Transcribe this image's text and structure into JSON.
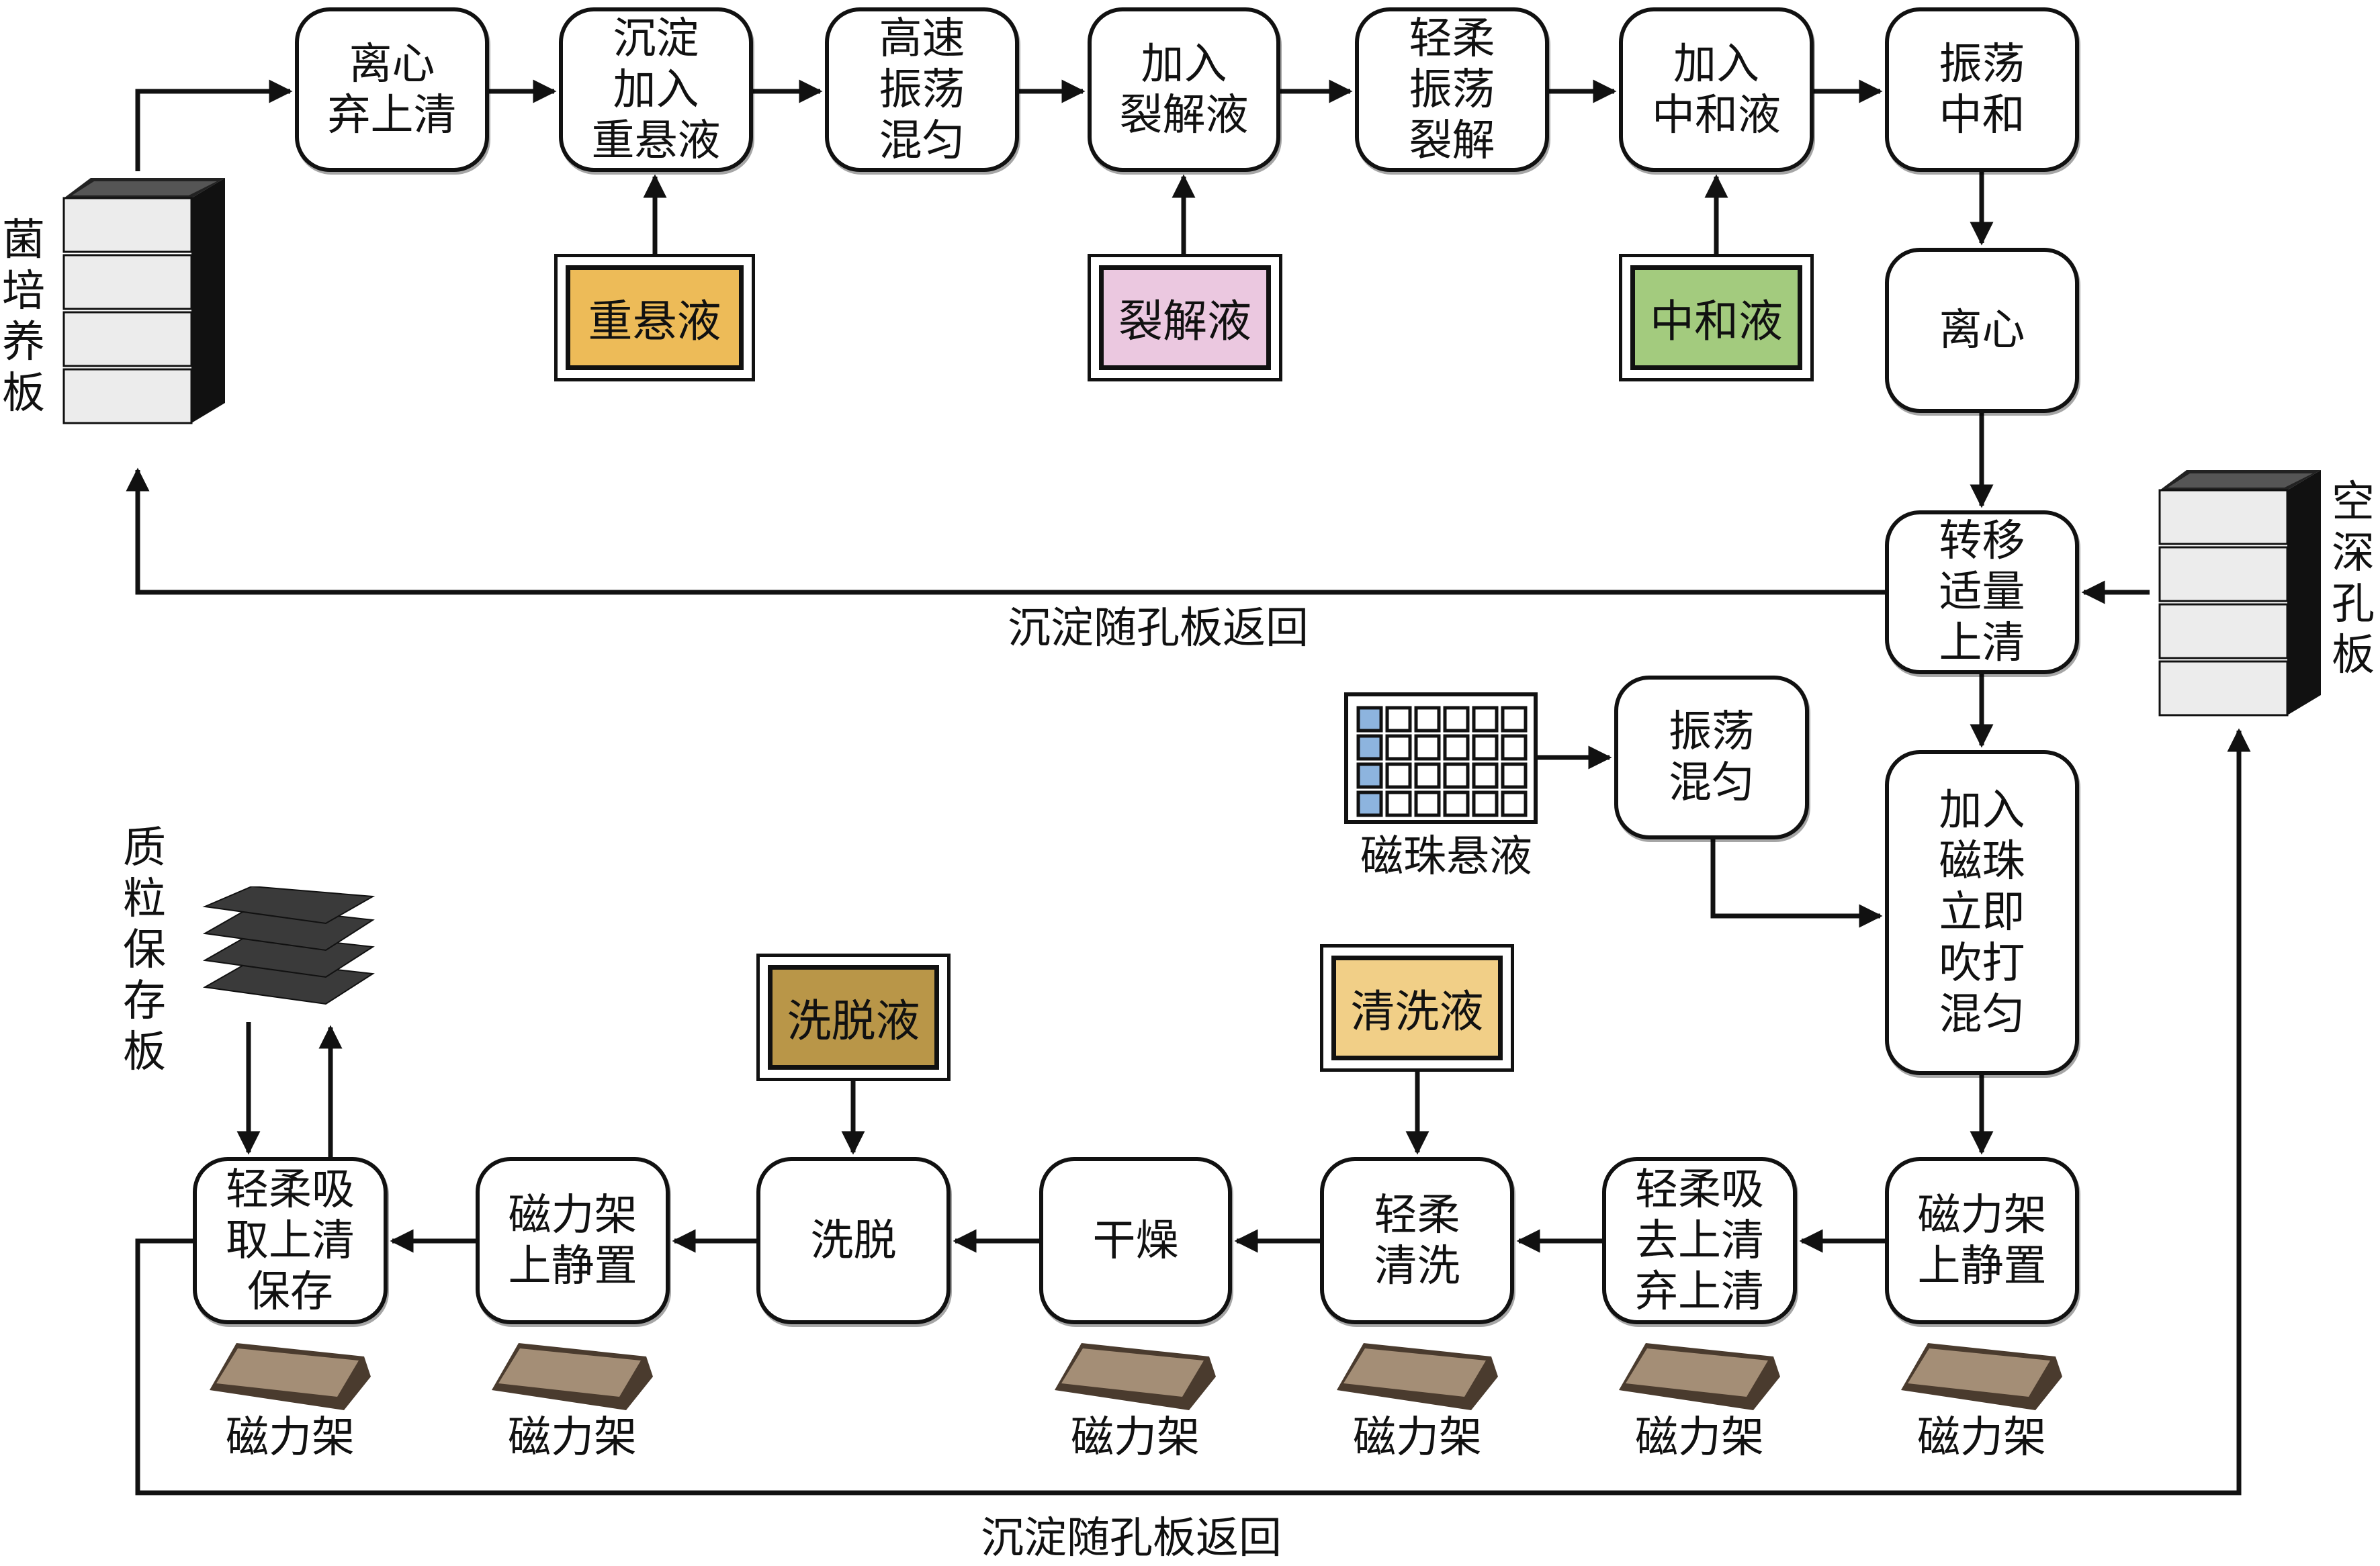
{
  "top_row": [
    {
      "id": "centrifuge-discard",
      "text": "离心\n弃上清"
    },
    {
      "id": "add-resuspension",
      "text": "沉淀\n加入\n重悬液"
    },
    {
      "id": "high-speed-vortex",
      "text": "高速\n振荡\n混匀"
    },
    {
      "id": "add-lysis",
      "text": "加入\n裂解液"
    },
    {
      "id": "gentle-lysis",
      "text": "轻柔\n振荡\n裂解"
    },
    {
      "id": "add-neutralization",
      "text": "加入\n中和液"
    },
    {
      "id": "shake-neutralize",
      "text": "振荡\n中和"
    }
  ],
  "right_column": [
    {
      "id": "centrifuge",
      "text": "离心"
    },
    {
      "id": "transfer-supernatant",
      "text": "转移\n适量\n上清"
    },
    {
      "id": "add-beads",
      "text": "加入\n磁珠\n立即\n吹打\n混匀"
    }
  ],
  "bead_mix": {
    "text": "振荡\n混匀"
  },
  "bottom_row": [
    {
      "id": "rack-settle-1",
      "text": "磁力架\n上静置",
      "rack": "磁力架"
    },
    {
      "id": "aspirate-discard",
      "text": "轻柔吸\n去上清\n弃上清",
      "rack": "磁力架"
    },
    {
      "id": "gentle-wash",
      "text": "轻柔\n清洗",
      "rack": "磁力架"
    },
    {
      "id": "dry",
      "text": "干燥",
      "rack": "磁力架"
    },
    {
      "id": "elute",
      "text": "洗脱",
      "rack": ""
    },
    {
      "id": "rack-settle-2",
      "text": "磁力架\n上静置",
      "rack": "磁力架"
    },
    {
      "id": "aspirate-store",
      "text": "轻柔吸\n取上清\n保存",
      "rack": "磁力架"
    }
  ],
  "reagents": [
    {
      "id": "resuspension",
      "text": "重悬液",
      "color": "#EDBB58"
    },
    {
      "id": "lysis",
      "text": "裂解液",
      "color": "#EBC8E0"
    },
    {
      "id": "neutralization",
      "text": "中和液",
      "color": "#A3CB7E"
    },
    {
      "id": "elution",
      "text": "洗脱液",
      "color": "#B99648"
    },
    {
      "id": "wash",
      "text": "清洗液",
      "color": "#F1CF87"
    }
  ],
  "plates": {
    "culture_plate": "菌\n培\n养\n板",
    "deep_well_plate": "空\n深\n孔\n板",
    "plasmid_storage_plate": "质\n粒\n保\n存\n板",
    "bead_suspension": "磁珠悬液"
  },
  "return_labels": {
    "upper": "沉淀随孔板返回",
    "lower": "沉淀随孔板返回"
  },
  "colors": {
    "bead_well": "#8DB4DE",
    "rack": "#6b5a48",
    "line": "#111111"
  }
}
